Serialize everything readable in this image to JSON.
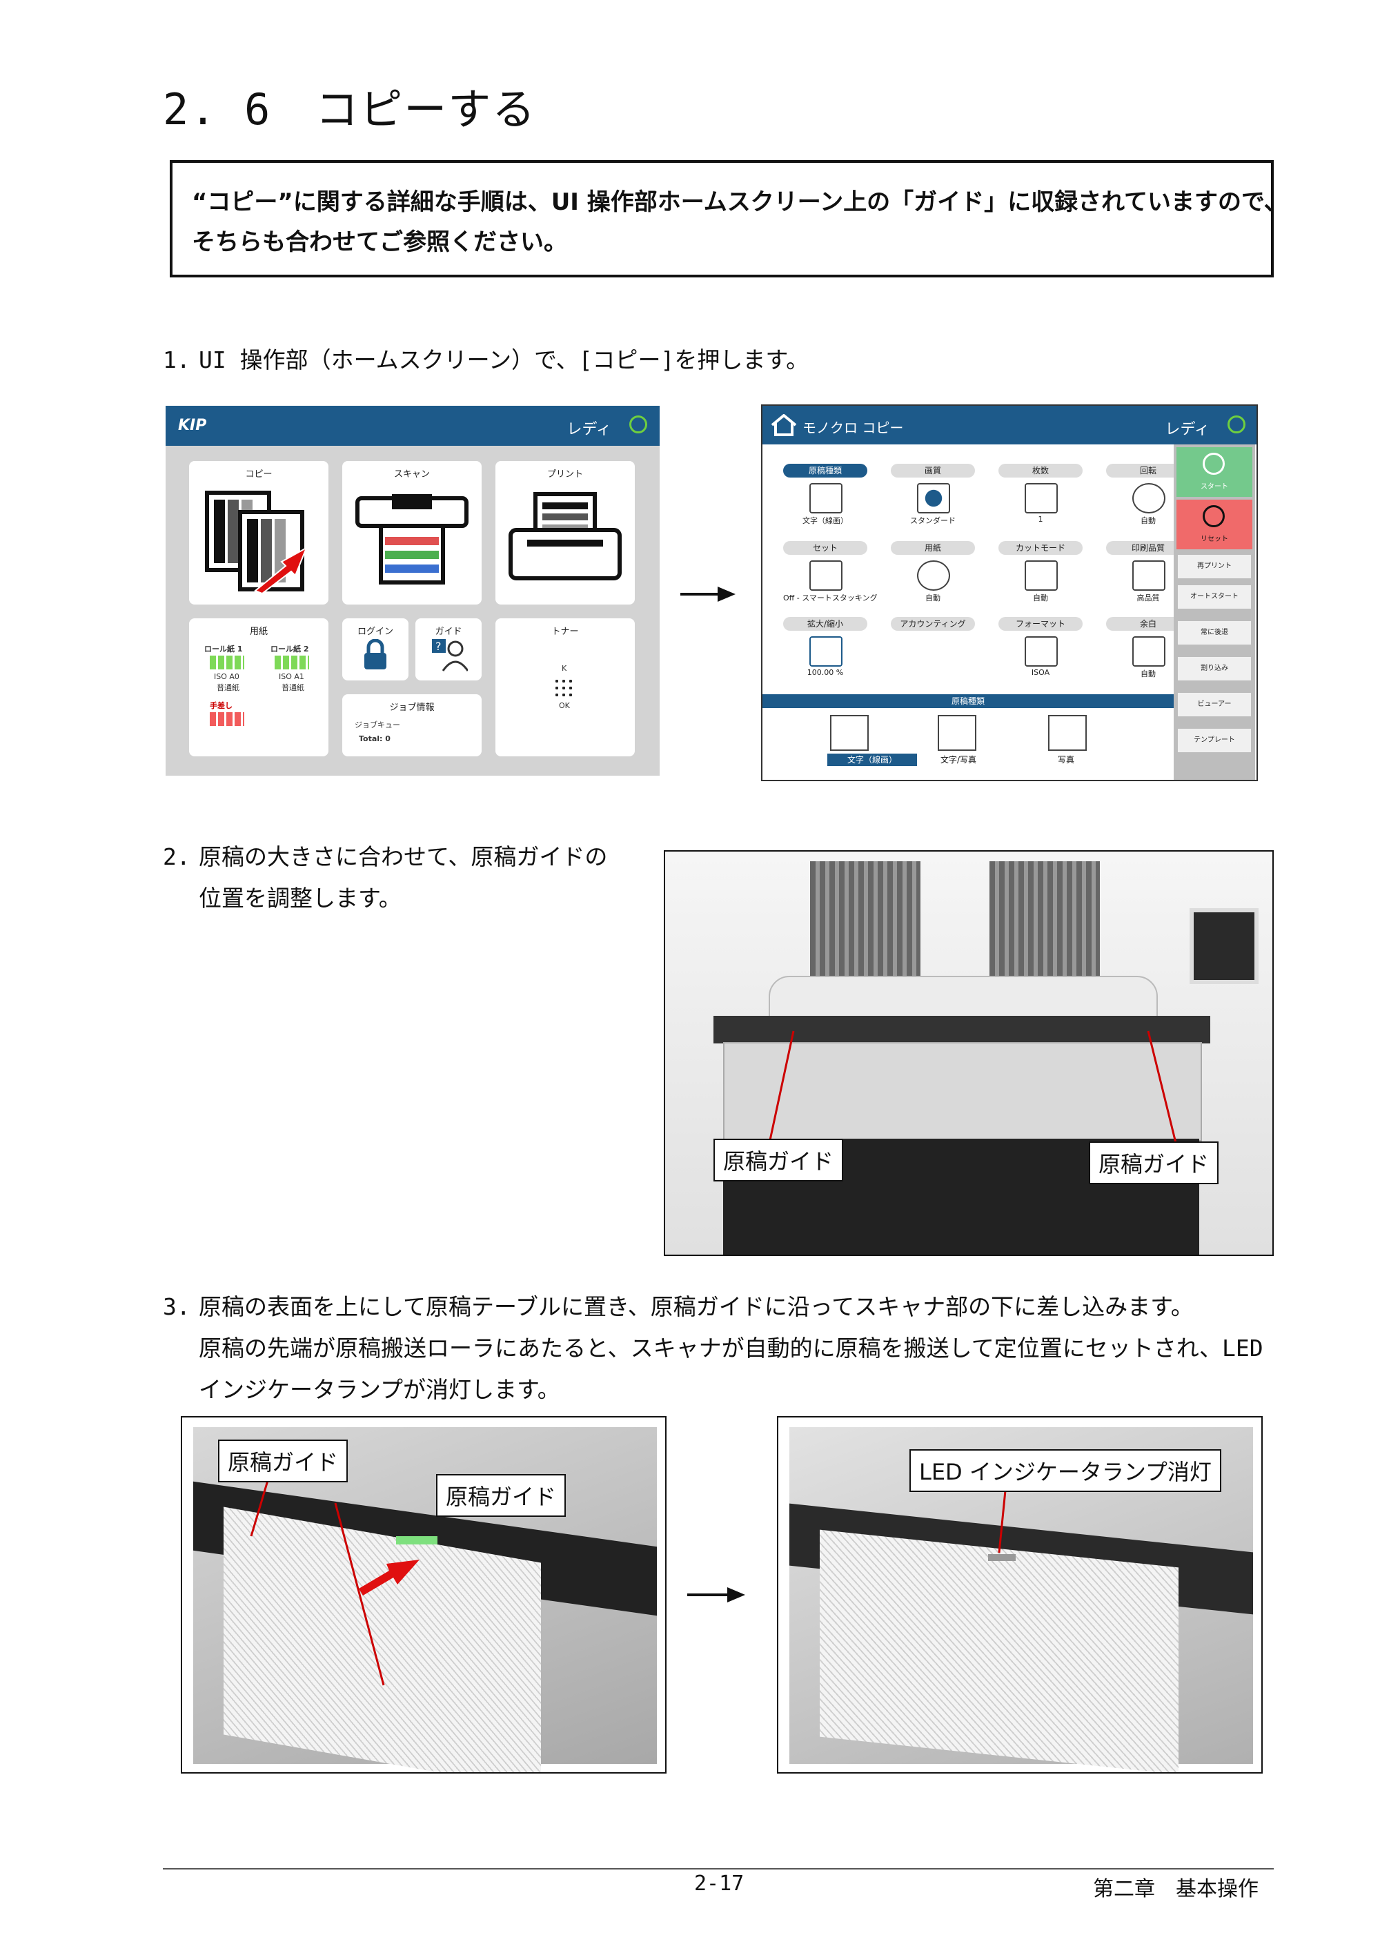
{
  "title": "2. 6　コピーする",
  "note": {
    "line1": "“コピー”に関する詳細な手順は、UI 操作部ホームスクリーン上の「ガイド」に収録されていますので、",
    "line2": "そちらも合わせてご参照ください。"
  },
  "steps": [
    {
      "num": "1.",
      "lines": [
        "UI 操作部（ホームスクリーン）で、[コピー]を押します。"
      ]
    },
    {
      "num": "2.",
      "lines": [
        "原稿の大きさに合わせて、原稿ガイドの",
        "位置を調整します。"
      ]
    },
    {
      "num": "3.",
      "lines": [
        "原稿の表面を上にして原稿テーブルに置き、原稿ガイドに沿ってスキャナ部の下に差し込みます。",
        "原稿の先端が原稿搬送ローラにあたると、スキャナが自動的に原稿を搬送して定位置にセットされ、LED",
        "インジケータランプが消灯します。"
      ]
    }
  ],
  "home_screen": {
    "logo": "KIP",
    "status": "レディ",
    "tiles": {
      "copy": "コピー",
      "scan": "スキャン",
      "print": "プリント",
      "paper": "用紙",
      "login": "ログイン",
      "guide": "ガイド",
      "toner": "トナー",
      "job": "ジョブ情報"
    },
    "roll1": "ロール紙 1",
    "roll1_size": "ISO A0",
    "roll1_type": "普通紙",
    "roll2": "ロール紙 2",
    "roll2_size": "ISO A1",
    "roll2_type": "普通紙",
    "manual": "手差し",
    "toner_k": "K",
    "toner_ok": "OK",
    "job_queue": "ジョブキュー",
    "job_total": "Total: 0"
  },
  "copy_screen": {
    "title": "モノクロ コピー",
    "status": "レディ",
    "buttons": [
      {
        "label": "原稿種類",
        "value": "文字（線画）"
      },
      {
        "label": "画質",
        "value": "スタンダード"
      },
      {
        "label": "枚数",
        "value": "1"
      },
      {
        "label": "回転",
        "value": "自動"
      },
      {
        "label": "セット",
        "value": "Off - スマートスタッキング"
      },
      {
        "label": "用紙",
        "value": "自動"
      },
      {
        "label": "カットモード",
        "value": "自動"
      },
      {
        "label": "印刷品質",
        "value": "高品質"
      },
      {
        "label": "拡大/縮小",
        "value": "100.00 %"
      },
      {
        "label": "アカウンティング",
        "value": ""
      },
      {
        "label": "フォーマット",
        "value": "ISOA"
      },
      {
        "label": "余白",
        "value": "自動"
      }
    ],
    "side": {
      "start": "スタート",
      "reset": "リセット",
      "reprint": "再プリント",
      "autostart": "オートスタート",
      "always": "常に後退",
      "interrupt": "割り込み",
      "preview": "ビューアー",
      "template": "テンプレート"
    },
    "panel_title": "原稿種類",
    "options": [
      "文字（線画）",
      "文字/写真",
      "写真"
    ]
  },
  "photo_labels": {
    "guide": "原稿ガイド",
    "led": "LED インジケータランプ消灯"
  },
  "footer": {
    "page": "2-17",
    "chapter": "第二章　基本操作"
  }
}
